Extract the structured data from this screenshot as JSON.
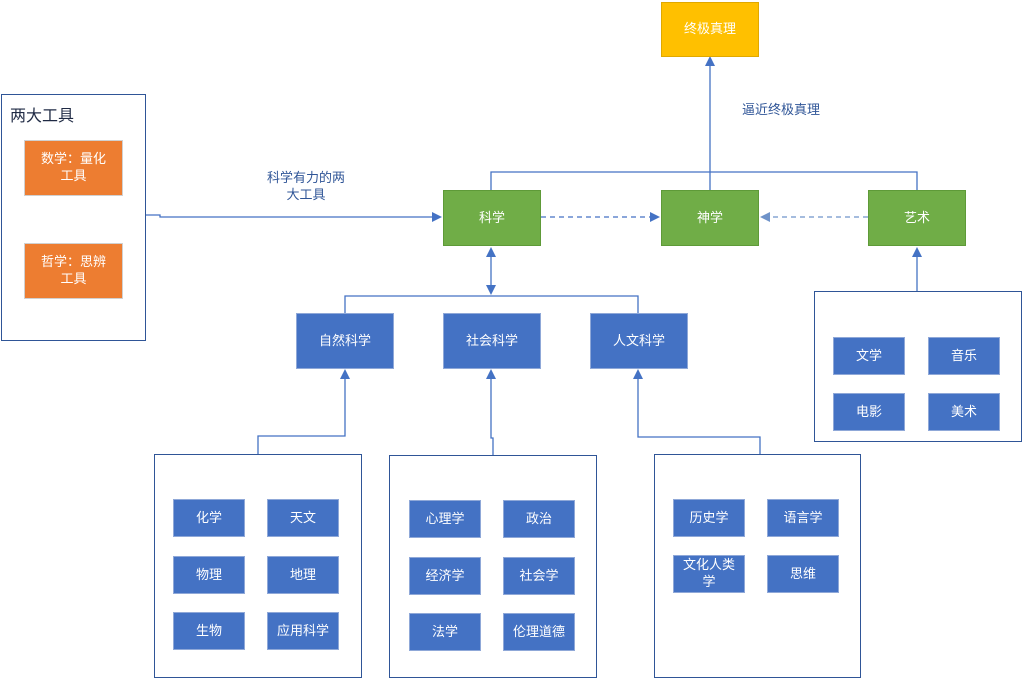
{
  "colors": {
    "gold": "#ffc000",
    "green": "#70ad47",
    "blue": "#4472c4",
    "orange": "#ed7d31",
    "line": "#4472c4",
    "frame": "#2f5597"
  },
  "top": {
    "truth": "终极真理",
    "approach_label": "逼近终极真理"
  },
  "tools": {
    "title": "两大工具",
    "math": "数学：量化工具",
    "philosophy": "哲学：思辨工具",
    "edge_label": "科学有力的两大工具"
  },
  "pillars": {
    "science": "科学",
    "theology": "神学",
    "art": "艺术"
  },
  "branches": {
    "natural": "自然科学",
    "social": "社会科学",
    "humanities": "人文科学"
  },
  "natural_items": [
    "化学",
    "天文",
    "物理",
    "地理",
    "生物",
    "应用科学"
  ],
  "social_items": [
    "心理学",
    "政治",
    "经济学",
    "社会学",
    "法学",
    "伦理道德"
  ],
  "humanities_items": [
    "历史学",
    "语言学",
    "文化人类学",
    "思维"
  ],
  "art_items": [
    "文学",
    "音乐",
    "电影",
    "美术"
  ]
}
